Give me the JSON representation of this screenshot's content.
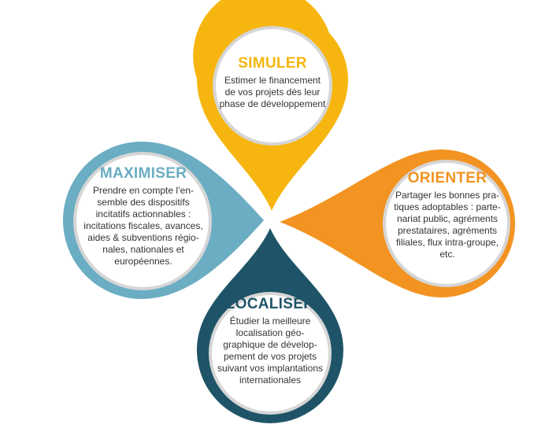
{
  "colors": {
    "simuler": "#F6B60F",
    "orienter": "#F39321",
    "localiser": "#1F5468",
    "maximiser": "#6BADC3",
    "inner": "#FFFFFF",
    "ring": "#D6D6D6",
    "text": "#333333"
  },
  "petals": {
    "simuler": {
      "title": "SIMULER",
      "lines": [
        "Estimer le financement",
        "de vos projets dès leur",
        "phase de développement"
      ]
    },
    "orienter": {
      "title": "ORIENTER",
      "lines": [
        "Partager les bonnes pra-",
        "tiques adoptables : parte-",
        "nariat public, agréments",
        "prestataires, agréments",
        "filiales, flux intra-groupe,",
        "etc."
      ]
    },
    "localiser": {
      "title": "LOCALISER",
      "lines": [
        "Étudier la meilleure",
        "localisation géo-",
        "graphique de dévelop-",
        "pement de vos projets",
        "suivant vos implantations",
        "internationales"
      ]
    },
    "maximiser": {
      "title": "MAXIMISER",
      "lines": [
        "Prendre en compte l’en-",
        "semble des dispositifs",
        "incitatifs actionnables :",
        "incitations fiscales, avances,",
        "aides & subventions régio-",
        "nales, nationales et",
        "européennes."
      ]
    }
  }
}
